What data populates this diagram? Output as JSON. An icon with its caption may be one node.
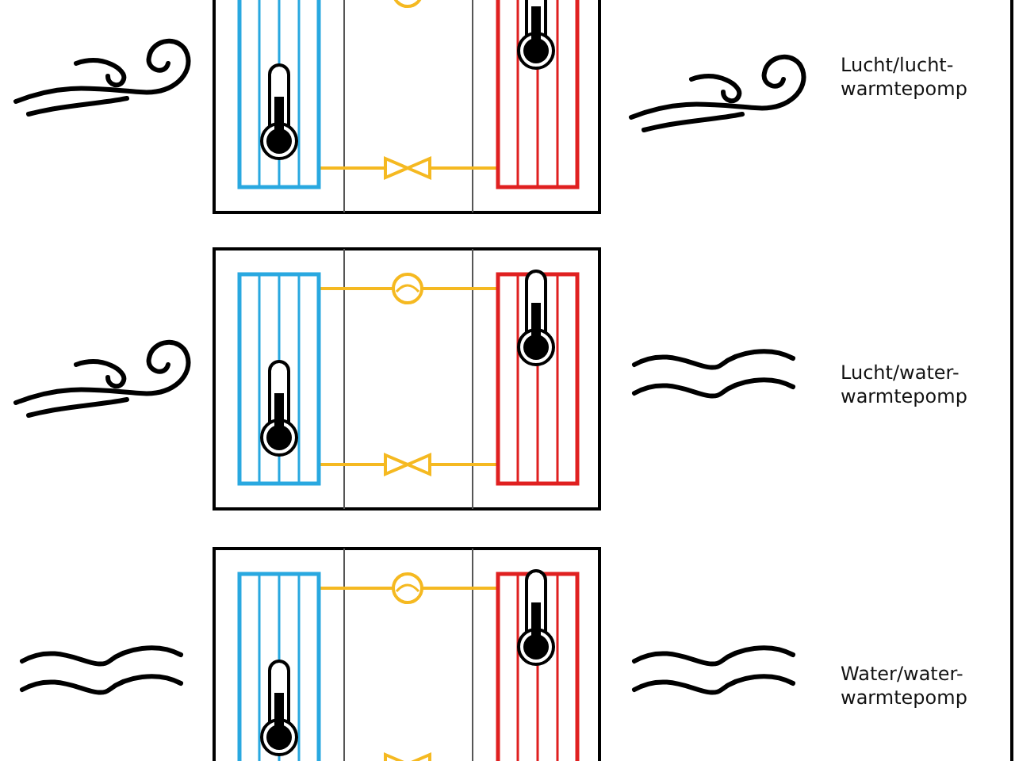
{
  "diagram": {
    "labels": [
      "Lucht/lucht-warmtepomp",
      "Lucht/water-warmtepomp",
      "Water/water-warmtepomp"
    ]
  }
}
